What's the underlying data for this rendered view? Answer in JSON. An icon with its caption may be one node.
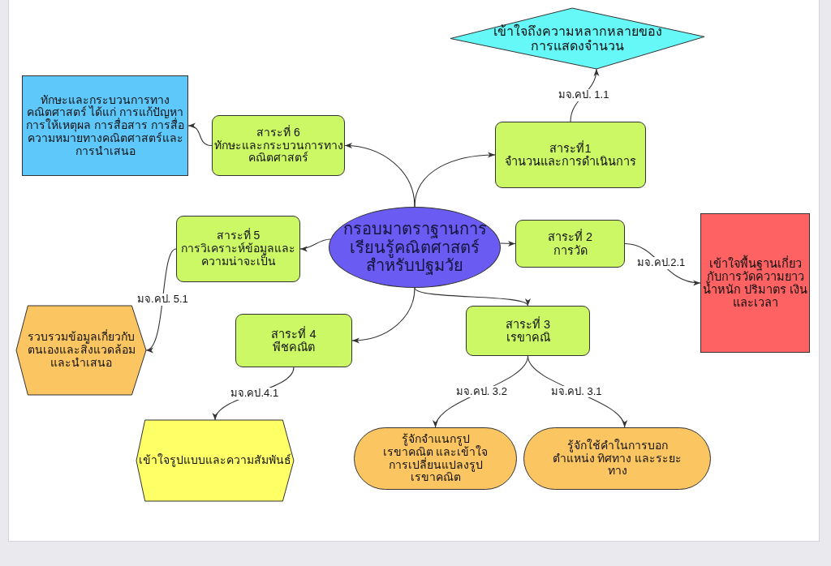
{
  "diagram": {
    "nodes": [
      {
        "text": [
          "กรอบมาตราฐานการเรียนรู้คณิตศาสตร์สำหรับปฐมวัย"
        ]
      },
      {
        "text": [
          "สาระที่1",
          "จำนวนและการดำเนินการ"
        ]
      },
      {
        "text": [
          "เข้าใจถึงความหลากหลายของการแสดงจำนวน"
        ]
      },
      {
        "text": [
          "สาระที่ 6",
          "ทักษะและกระบวนการทางคณิตศาสตร์"
        ]
      },
      {
        "text": [
          "ทักษะและกระบวนการทางคณิตศาสตร์ ได้แก่ การแก้ปัญหา การให้เหตุผล การสื่อสาร การสื่อความหมายทางคณิตศาสตร์และการนำเสนอ"
        ]
      },
      {
        "text": [
          "สาระที่ 2",
          "การวัด"
        ]
      },
      {
        "text": [
          "เข้าใจพื้นฐานเกี่ยวกับการวัดความยาว น้ำหนัก ปริมาตร เงินและเวลา"
        ]
      },
      {
        "text": [
          "สาระที่ 5",
          "การวิเคราะห์ข้อมูลและความน่าจะเป็น"
        ]
      },
      {
        "text": [
          "รวบรวมข้อมูลเกี่ยวกับตนเองและสิ่งแวดล้อมและนำเสนอ"
        ]
      },
      {
        "text": [
          "สาระที่ 4",
          "พีชคณิต"
        ]
      },
      {
        "text": [
          "เข้าใจรูปแบบและความสัมพันธ์"
        ]
      },
      {
        "text": [
          "สาระที่ 3",
          "เรขาคณิ"
        ]
      },
      {
        "text": [
          "รู้จักจำแนกรูปเรขาคณิต และเข้าใจการเปลี่ยนแปลงรูปเรขาคณิต"
        ]
      },
      {
        "text": [
          "รู้จักใช้คำในการบอกตำแหน่ง ทิศทาง และระยะทาง"
        ]
      }
    ],
    "edges": [
      {
        "from": 0,
        "to": 1,
        "arrow": "to"
      },
      {
        "from": 0,
        "to": 3,
        "arrow": "to"
      },
      {
        "from": 1,
        "to": 2,
        "arrow": "to",
        "label": "มจ.คป. 1.1"
      },
      {
        "from": 3,
        "to": 4,
        "arrow": "to"
      },
      {
        "from": 0,
        "to": 5,
        "arrow": "to"
      },
      {
        "from": 5,
        "to": 6,
        "arrow": "to",
        "label": "มจ.คป.2.1"
      },
      {
        "from": 0,
        "to": 7,
        "arrow": "to"
      },
      {
        "from": 7,
        "to": 8,
        "arrow": "to",
        "label": "มจ.คป. 5.1"
      },
      {
        "from": 0,
        "to": 9,
        "arrow": "to"
      },
      {
        "from": 0,
        "to": 11,
        "arrow": "to"
      },
      {
        "from": 9,
        "to": 10,
        "arrow": "to",
        "label": "มจ.คป.4.1"
      },
      {
        "from": 11,
        "to": 12,
        "arrow": "to",
        "label": "มจ.คป. 3.2"
      },
      {
        "from": 11,
        "to": 13,
        "arrow": "to",
        "label": "มจ.คป. 3.1"
      }
    ]
  }
}
